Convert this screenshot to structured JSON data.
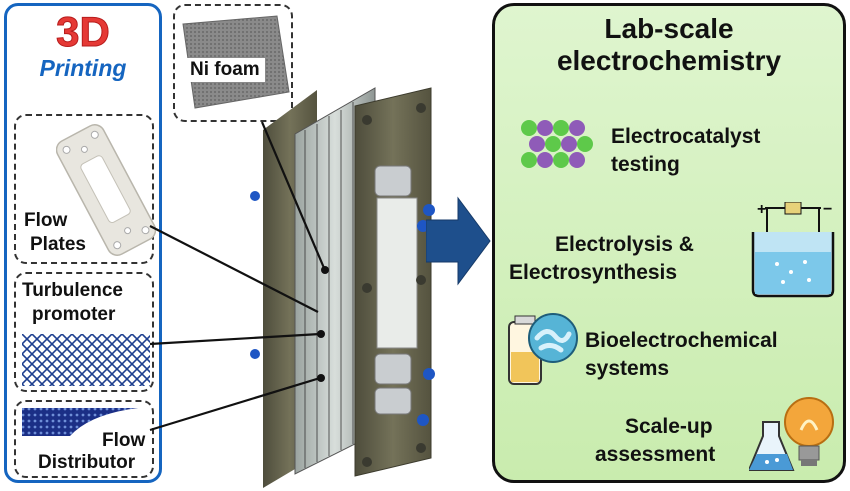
{
  "left_panel": {
    "title_line1": "3D",
    "title_line2": "Printing",
    "flow_plates_line1": "Flow",
    "flow_plates_line2": "Plates",
    "turbulence_line1": "Turbulence",
    "turbulence_line2": "promoter",
    "distributor_line1": "Flow",
    "distributor_line2": "Distributor"
  },
  "center": {
    "ni_foam_label": "Ni foam"
  },
  "right_panel": {
    "title_line1": "Lab-scale",
    "title_line2": "electrochemistry",
    "item1_line1": "Electrocatalyst",
    "item1_line2": "testing",
    "item2_line1": "Electrolysis &",
    "item2_line2": "Electrosynthesis",
    "item3_line1": "Bioelectrochemical",
    "item3_line2": "systems",
    "item4_line1": "Scale-up",
    "item4_line2": "assessment"
  },
  "colors": {
    "title_red": "#e53935",
    "title_blue": "#1565c0",
    "arrow_blue": "#1e4f8c",
    "right_bg": "#d3f0bd",
    "frame": "#6b6a55"
  }
}
